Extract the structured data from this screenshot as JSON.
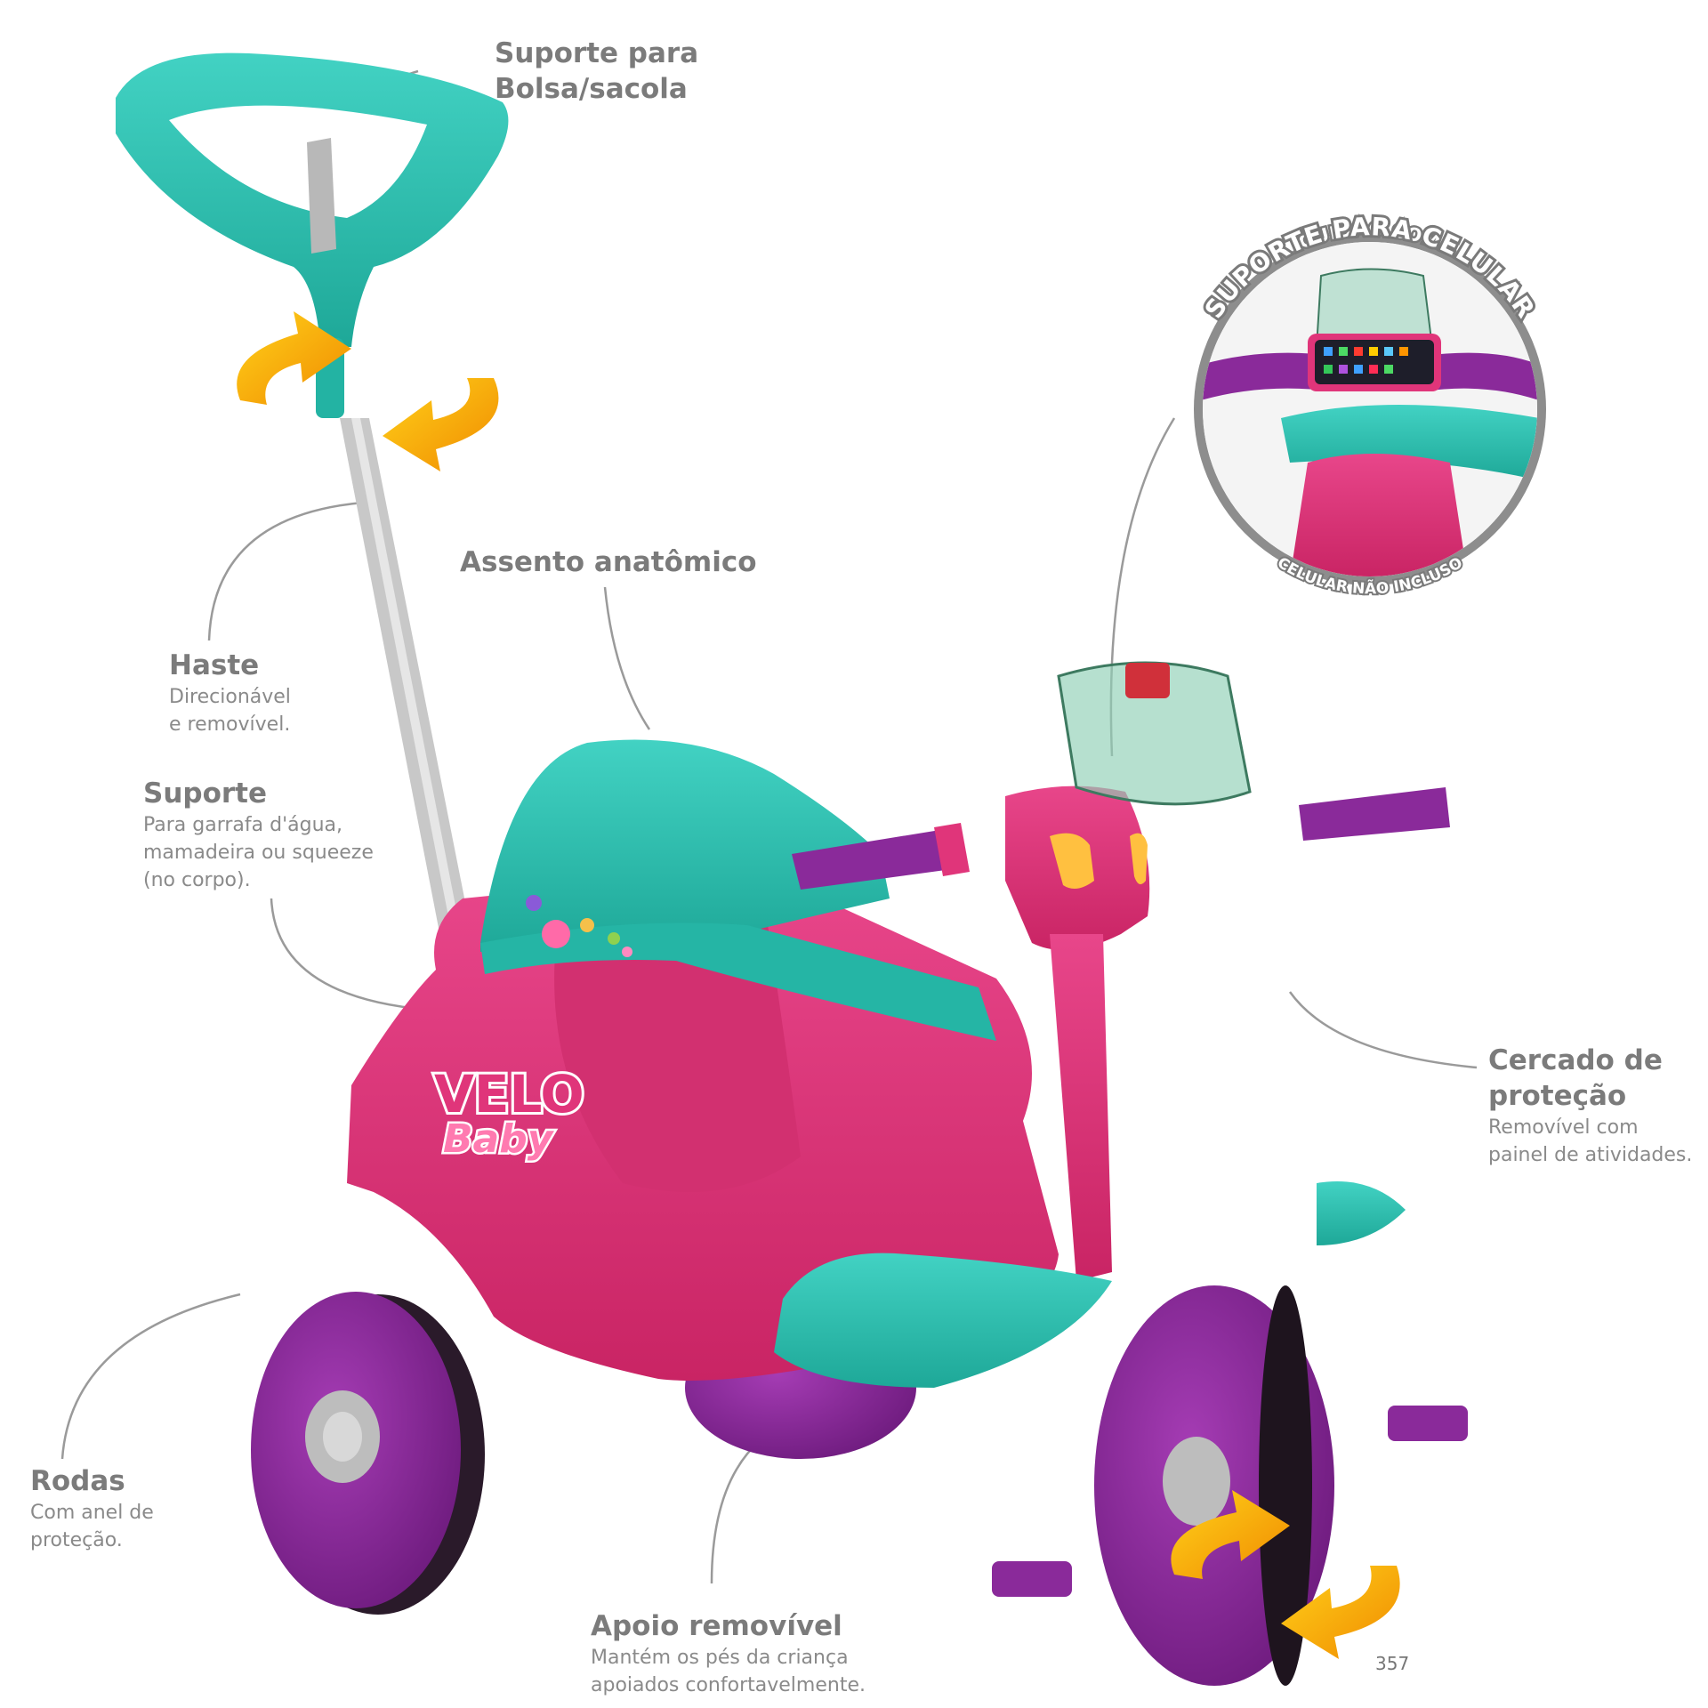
{
  "callouts": {
    "bag_support": {
      "title_line1": "Suporte para",
      "title_line2": "Bolsa/sacola"
    },
    "seat": {
      "title": "Assento anatômico"
    },
    "rod": {
      "title": "Haste",
      "desc_line1": "Direcionável",
      "desc_line2": "e removível."
    },
    "bottle_support": {
      "title": "Suporte",
      "desc_line1": "Para garrafa d'água,",
      "desc_line2": "mamadeira ou squeeze",
      "desc_line3": "(no corpo)."
    },
    "guard": {
      "title_line1": "Cercado de",
      "title_line2": "proteção",
      "desc_line1": "Removível com",
      "desc_line2": "painel de atividades."
    },
    "wheels": {
      "title": "Rodas",
      "desc_line1": "Com anel de",
      "desc_line2": "proteção."
    },
    "footrest": {
      "title": "Apoio removível",
      "desc_line1": "Mantém os pés da criança",
      "desc_line2": "apoiados confortavelmente."
    }
  },
  "inset": {
    "arc_top_line1": "GUIDÃO COM",
    "arc_top_line2": "SUPORTE PARA CELULAR",
    "arc_bottom": "CELULAR NÃO INCLUSO"
  },
  "logo": {
    "line1": "VELO",
    "line2": "Baby"
  },
  "page_number": "357",
  "colors": {
    "teal": "#2bc0b0",
    "pink": "#e0357a",
    "purple": "#8a2a9a",
    "orange_arrow": "#f7a600"
  }
}
